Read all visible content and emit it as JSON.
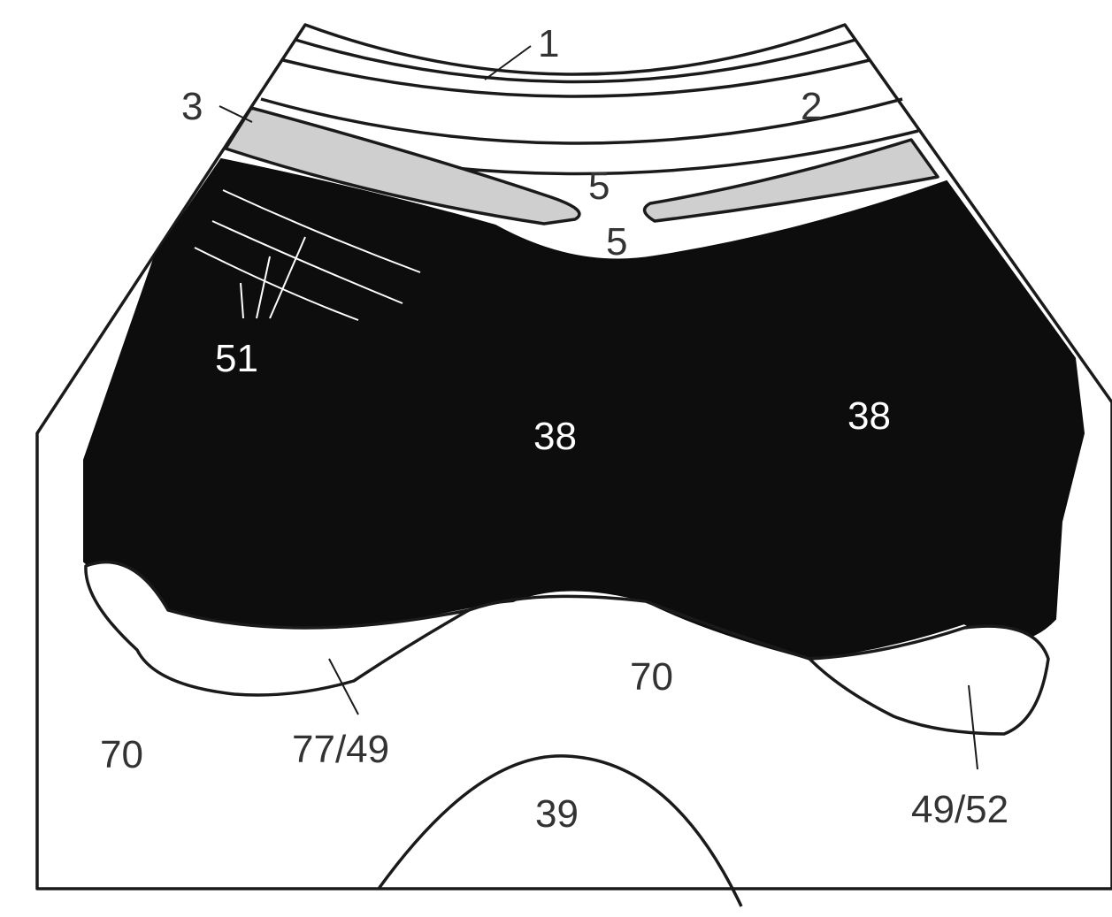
{
  "diagram": {
    "colors": {
      "outline": "#1a1a1a",
      "dark_region": "#0d0d0d",
      "gray_band": "#cfcfcf",
      "background": "#ffffff"
    },
    "labels": {
      "l1": "1",
      "l2": "2",
      "l3": "3",
      "l5a": "5",
      "l5b": "5",
      "l51": "51",
      "l38a": "38",
      "l38b": "38",
      "l70a": "70",
      "l70b": "70",
      "l7749": "77/49",
      "l39": "39",
      "l4952": "49/52"
    }
  }
}
